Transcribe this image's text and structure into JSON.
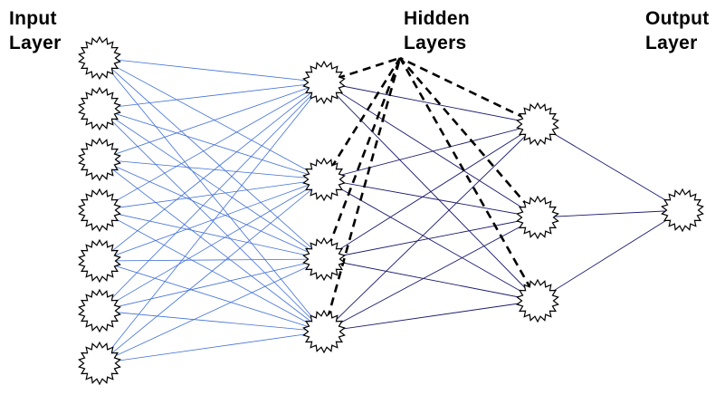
{
  "labels": {
    "input": "Input\nLayer",
    "hidden": "Hidden\nLayers",
    "output": "Output\nLayer"
  },
  "layers": [
    {
      "name": "input",
      "node_count": 7
    },
    {
      "name": "hidden-1",
      "node_count": 4
    },
    {
      "name": "hidden-2",
      "node_count": 3
    },
    {
      "name": "output",
      "node_count": 1
    }
  ],
  "colors": {
    "input_to_hidden_edges": "#3f6fd8",
    "hidden_edges": "#1a1a6e",
    "dashed_edges": "#000000",
    "node_stroke": "#000000",
    "node_fill": "#ffffff"
  }
}
